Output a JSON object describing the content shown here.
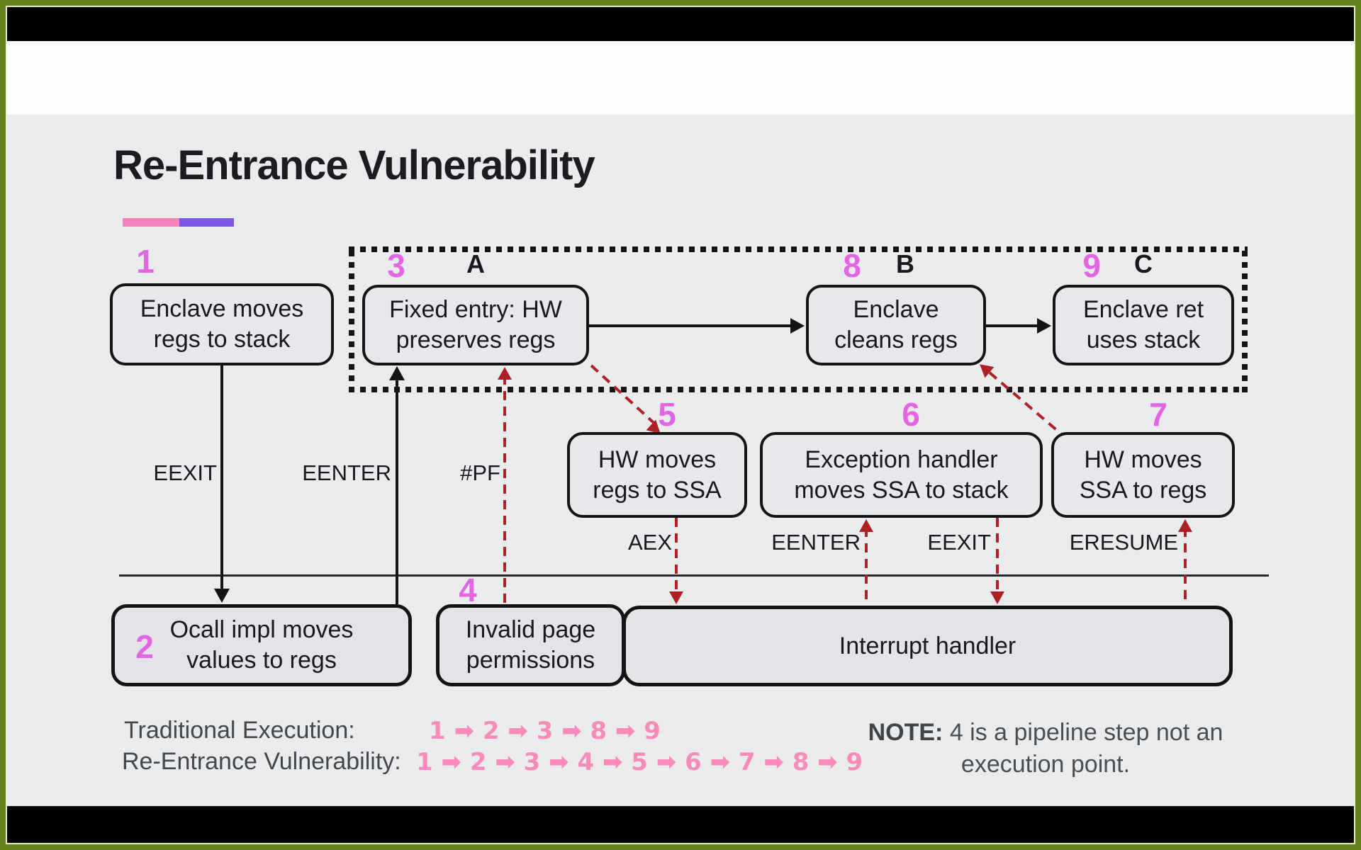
{
  "frame": {
    "border_color": "#62801d",
    "bar_color": "#000000"
  },
  "slide": {
    "title": "Re-Entrance Vulnerability",
    "accent": {
      "pink": "#f283bd",
      "purple": "#7e57e8"
    },
    "background": "#e9ebed"
  },
  "diagram": {
    "number_color": "#e365e3",
    "dashed_arrow_color": "#ae2024",
    "steps": {
      "s1": {
        "num": "1",
        "line1": "Enclave moves",
        "line2": "regs to stack"
      },
      "s2": {
        "num": "2",
        "line1": "Ocall impl moves",
        "line2": "values to regs"
      },
      "s3": {
        "num": "3",
        "letter": "A",
        "line1": "Fixed entry: HW",
        "line2": "preserves regs"
      },
      "s4": {
        "num": "4",
        "line1": "Invalid page",
        "line2": "permissions"
      },
      "s5": {
        "num": "5",
        "line1": "HW moves",
        "line2": "regs to SSA"
      },
      "s6": {
        "num": "6",
        "line1": "Exception handler",
        "line2": "moves SSA to stack"
      },
      "s7": {
        "num": "7",
        "line1": "HW moves",
        "line2": "SSA to regs"
      },
      "s8": {
        "num": "8",
        "letter": "B",
        "line1": "Enclave",
        "line2": "cleans regs"
      },
      "s9": {
        "num": "9",
        "letter": "C",
        "line1": "Enclave ret",
        "line2": "uses stack"
      },
      "interrupt": {
        "line1": "Interrupt handler"
      }
    },
    "labels": {
      "eexit_top": "EEXIT",
      "eenter_top": "EENTER",
      "pf": "#PF",
      "aex": "AEX",
      "eenter_bottom": "EENTER",
      "eexit_bottom": "EEXIT",
      "eresume": "ERESUME"
    }
  },
  "footer": {
    "traditional_label": "Traditional Execution:",
    "traditional_sequence": "1 ➡ 2 ➡ 3 ➡ 8 ➡ 9",
    "reentrance_label": "Re-Entrance Vulnerability:",
    "reentrance_sequence": "1 ➡ 2 ➡ 3 ➡ 4 ➡ 5 ➡ 6 ➡ 7 ➡ 8 ➡ 9",
    "note_label": "NOTE:",
    "note_text": "4 is a pipeline step not an",
    "note_text2": "execution point.",
    "sequence_color": "#f98ab9"
  }
}
